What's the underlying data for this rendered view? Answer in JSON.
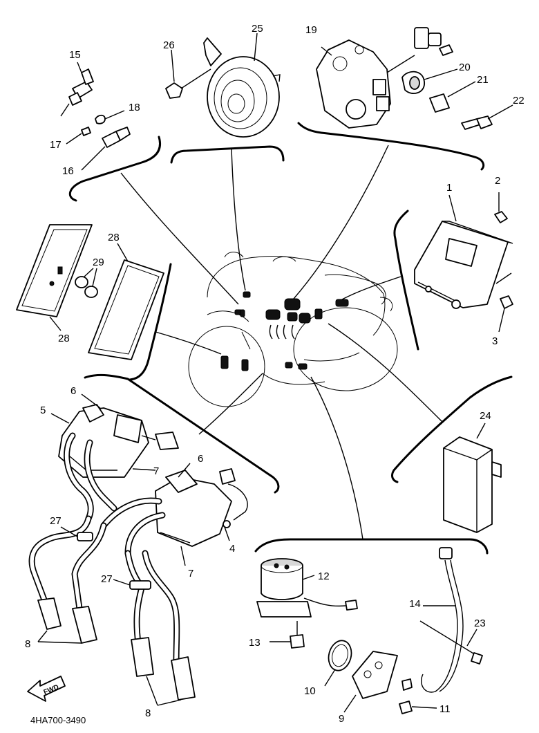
{
  "diagram": {
    "code": "4HA700-3490",
    "forward_label": "FWD",
    "callouts": [
      "1",
      "2",
      "3",
      "4",
      "5",
      "6",
      "6",
      "7",
      "7",
      "8",
      "8",
      "9",
      "10",
      "11",
      "12",
      "13",
      "14",
      "15",
      "16",
      "17",
      "18",
      "19",
      "20",
      "21",
      "22",
      "23",
      "24",
      "25",
      "26",
      "27",
      "27",
      "28",
      "28",
      "29"
    ]
  }
}
